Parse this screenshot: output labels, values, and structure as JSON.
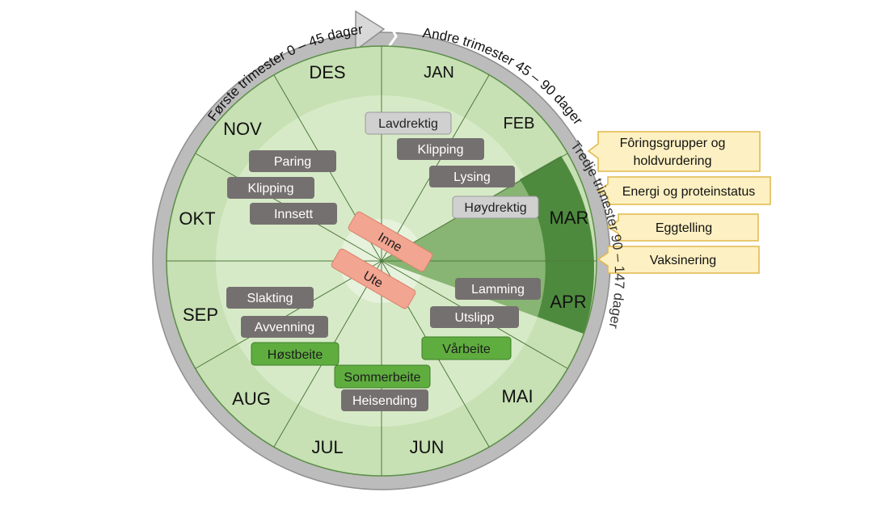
{
  "months": [
    {
      "key": "jan",
      "label": "JAN"
    },
    {
      "key": "feb",
      "label": "FEB"
    },
    {
      "key": "mar",
      "label": "MAR"
    },
    {
      "key": "apr",
      "label": "APR"
    },
    {
      "key": "mai",
      "label": "MAI"
    },
    {
      "key": "jun",
      "label": "JUN"
    },
    {
      "key": "jul",
      "label": "JUL"
    },
    {
      "key": "aug",
      "label": "AUG"
    },
    {
      "key": "sep",
      "label": "SEP"
    },
    {
      "key": "okt",
      "label": "OKT"
    },
    {
      "key": "nov",
      "label": "NOV"
    },
    {
      "key": "des",
      "label": "DES"
    }
  ],
  "trimesters": {
    "first": "Første trimester 0 – 45 dager",
    "second": "Andre trimester 45 – 90 dager",
    "third": "Tredje trimester 90 – 147 dager"
  },
  "activities": {
    "lavdrektig": "Lavdrektig",
    "klipping_vaar": "Klipping",
    "lysing": "Lysing",
    "hoydrektig": "Høydrektig",
    "paring": "Paring",
    "klipping_host": "Klipping",
    "innsett": "Innsett",
    "inne": "Inne",
    "ute": "Ute",
    "lamming": "Lamming",
    "utslipp": "Utslipp",
    "varbeite": "Vårbeite",
    "slakting": "Slakting",
    "avvenning": "Avvenning",
    "hostbeite": "Høstbeite",
    "sommerbeite": "Sommerbeite",
    "heisending": "Heisending"
  },
  "callouts": {
    "foring": [
      "Fôringsgrupper og",
      "holdvurdering"
    ],
    "energi": "Energi og proteinstatus",
    "egg": "Eggtelling",
    "vaks": "Vaksinering"
  },
  "colors": {
    "outer_ring": "#c7e0b4",
    "inner_ring": "#d7eac7",
    "center": "#e6f2dc",
    "highlight": "#4e8a3e",
    "wedge": "#88b573",
    "gray_box": "#757070",
    "light_box": "#d0d0d0",
    "pasture_box": "#5fad3f",
    "location_box": "#f2a591",
    "callout": "#fdf0c2",
    "callout_border": "#e0b74a",
    "arrow": "#bcbcbc"
  }
}
